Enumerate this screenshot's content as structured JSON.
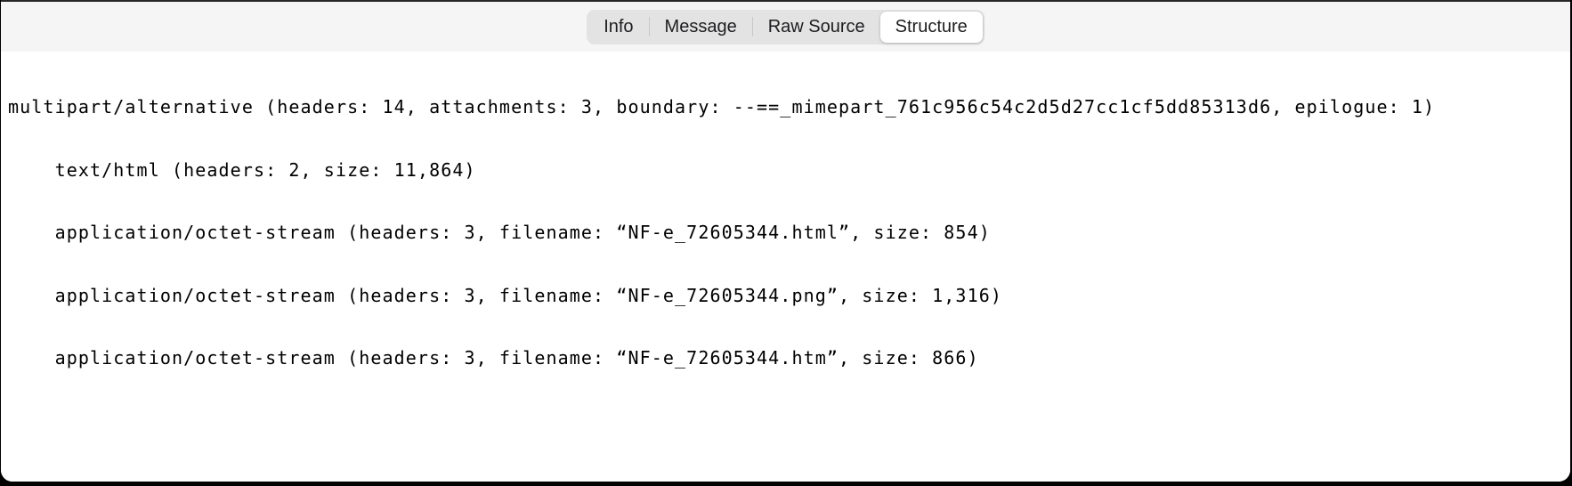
{
  "toolbar": {
    "tabs": [
      {
        "id": "info",
        "label": "Info",
        "selected": false
      },
      {
        "id": "message",
        "label": "Message",
        "selected": false
      },
      {
        "id": "raw-source",
        "label": "Raw Source",
        "selected": false
      },
      {
        "id": "structure",
        "label": "Structure",
        "selected": true
      }
    ],
    "selected_tab": "Structure"
  },
  "mime_structure": {
    "lines": [
      "multipart/alternative (headers: 14, attachments: 3, boundary: --==_mimepart_761c956c54c2d5d27cc1cf5dd85313d6, epilogue: 1)",
      "    text/html (headers: 2, size: 11,864)",
      "    application/octet-stream (headers: 3, filename: “NF-e_72605344.html”, size: 854)",
      "    application/octet-stream (headers: 3, filename: “NF-e_72605344.png”, size: 1,316)",
      "    application/octet-stream (headers: 3, filename: “NF-e_72605344.htm”, size: 866)"
    ]
  },
  "colors": {
    "outer_background": "#000000",
    "window_background": "#ffffff",
    "toolbar_background": "#f5f5f6",
    "segmented_control_background": "#e3e3e4",
    "selected_segment_background": "#ffffff",
    "segment_divider": "#c8c8c9",
    "tab_text": "#1d1d1f",
    "content_text": "#000000",
    "top_border": "#262626"
  }
}
